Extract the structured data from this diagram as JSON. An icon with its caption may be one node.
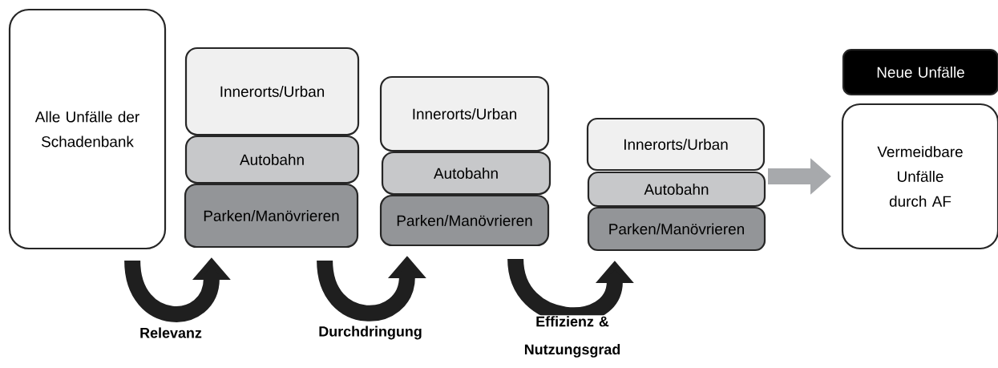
{
  "diagram": {
    "nodes": [
      {
        "text": [
          "Alle Unfälle der Schadenbank"
        ]
      },
      {
        "text": [
          "Innerorts/Urban"
        ]
      },
      {
        "text": [
          "Autobahn"
        ]
      },
      {
        "text": [
          "Parken/Manövrieren"
        ]
      },
      {
        "text": [
          "Innerorts/Urban"
        ]
      },
      {
        "text": [
          "Autobahn"
        ]
      },
      {
        "text": [
          "Parken/Manövrieren"
        ]
      },
      {
        "text": [
          "Innerorts/Urban"
        ]
      },
      {
        "text": [
          "Autobahn"
        ]
      },
      {
        "text": [
          "Parken/Manövrieren"
        ]
      },
      {
        "text": [
          "Neue Unfälle"
        ]
      },
      {
        "text": [
          "Vermeidbare Unfälle durch AF"
        ]
      }
    ],
    "edges": [
      {
        "from": 0,
        "to": 3,
        "arrow": "to",
        "label": "Relevanz"
      },
      {
        "from": 3,
        "to": 6,
        "arrow": "to",
        "label": "Durchdringung"
      },
      {
        "from": 6,
        "to": 9,
        "arrow": "to",
        "label": "Effizienz & Nutzungsgrad"
      },
      {
        "from": 8,
        "to": 11,
        "arrow": "to",
        "color": "#a7a9ac"
      }
    ]
  }
}
